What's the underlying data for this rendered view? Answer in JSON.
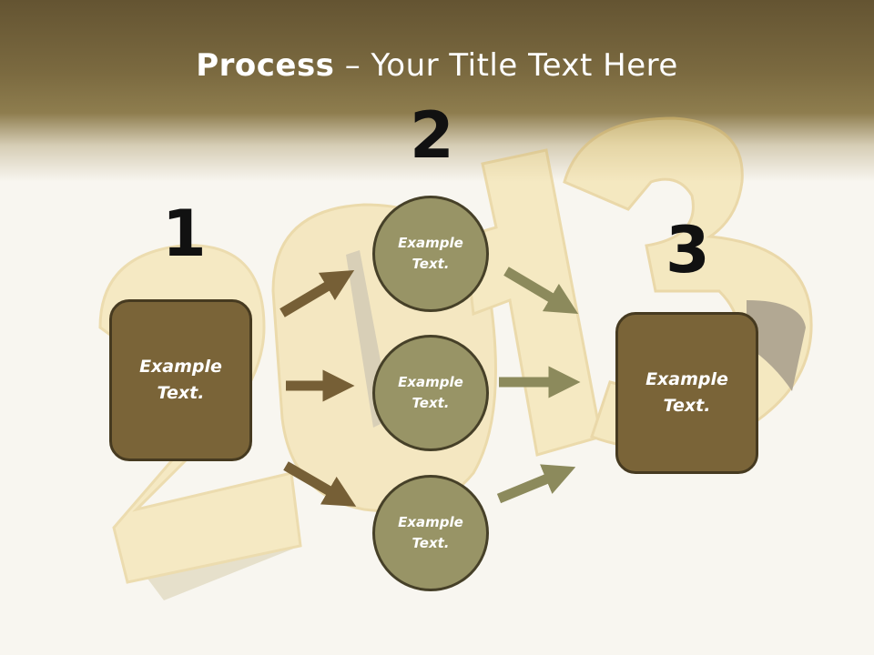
{
  "slide": {
    "title_bold": "Process",
    "title_rest": " – Your Title Text Here"
  },
  "steps": {
    "one": "1",
    "two": "2",
    "three": "3"
  },
  "nodes": {
    "left_box": "Example\nText.",
    "circle_top": "Example\nText.",
    "circle_middle": "Example\nText.",
    "circle_bottom": "Example\nText.",
    "right_box": "Example\nText."
  },
  "colors": {
    "banner": "#7b6a40",
    "box_fill": "#7a6438",
    "circle_fill": "#989466",
    "arrow_dark": "#765f36",
    "arrow_light": "#8c8a5c",
    "background": "#f8f6f0"
  }
}
